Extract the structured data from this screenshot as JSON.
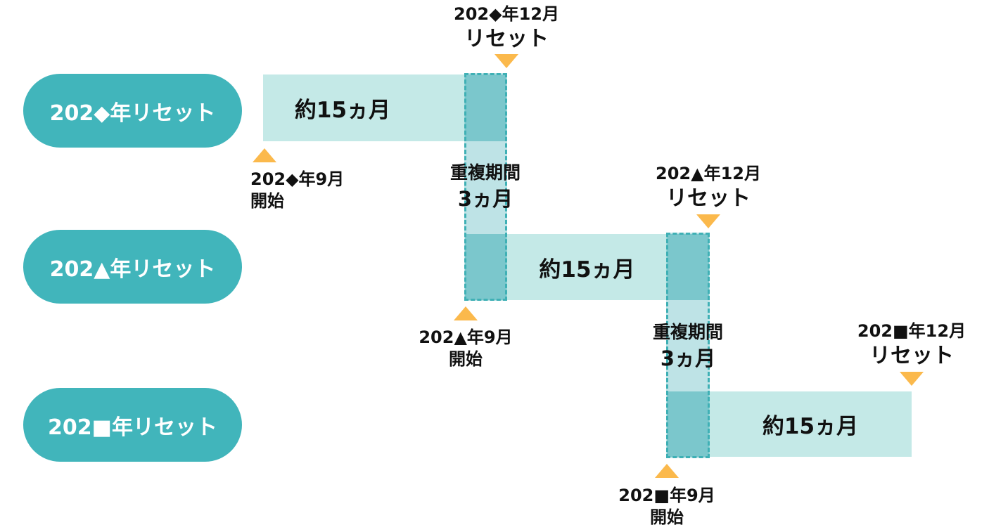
{
  "rows": [
    {
      "name": "202◆年リセット",
      "bar_label": "約15ヵ月",
      "start": {
        "date": "202◆年9月",
        "text": "開始"
      },
      "reset": {
        "date": "202◆年12月",
        "text": "リセット"
      }
    },
    {
      "name": "202▲年リセット",
      "bar_label": "約15ヵ月",
      "start": {
        "date": "202▲年9月",
        "text": "開始"
      },
      "reset": {
        "date": "202▲年12月",
        "text": "リセット"
      }
    },
    {
      "name": "202■年リセット",
      "bar_label": "約15ヵ月",
      "start": {
        "date": "202■年9月",
        "text": "開始"
      },
      "reset": {
        "date": "202■年12月",
        "text": "リセット"
      }
    }
  ],
  "overlaps": [
    {
      "title": "重複期間",
      "duration": "3ヵ月"
    },
    {
      "title": "重複期間",
      "duration": "3ヵ月"
    }
  ],
  "colors": {
    "pill": "#41b5bb",
    "bar": "#c4e9e7",
    "overlap_border": "#3fb0b5",
    "marker": "#fbb94c"
  }
}
